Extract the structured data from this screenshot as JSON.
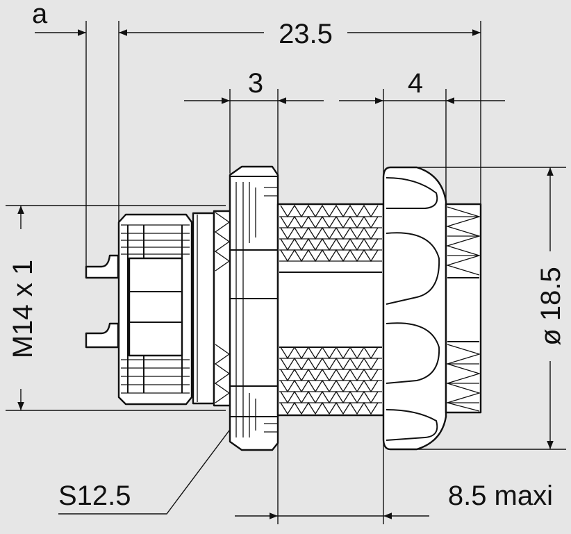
{
  "drawing": {
    "title": "Panel connector dimension drawing",
    "labels": {
      "a": "a",
      "overall_length": "23.5",
      "nut_thickness": "3",
      "flange_length": "4",
      "thread": "M14 x 1",
      "diameter": "ø 18.5",
      "wrench_size": "S12.5",
      "max_panel": "8.5 maxi"
    },
    "colors": {
      "background": "#e6e6e6",
      "line": "#111111",
      "part_fill": "#ffffff"
    }
  }
}
